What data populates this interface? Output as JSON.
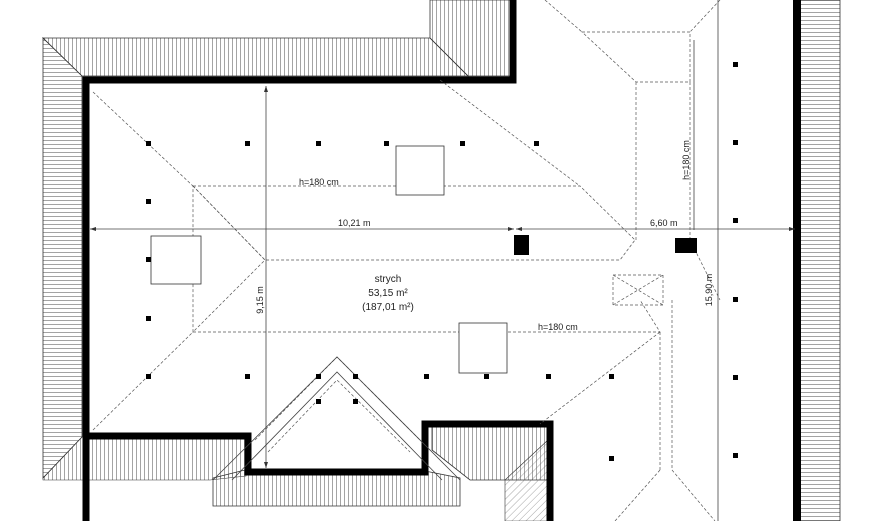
{
  "room": {
    "name": "strych",
    "area_net": "53,15 m²",
    "area_gross": "(187,01 m²)"
  },
  "dimensions": {
    "width_left": "10,21 m",
    "width_right": "6,60 m",
    "depth_left": "9,15 m",
    "depth_right": "15,90 m",
    "height_top": "h=180 cm",
    "height_middle": "h=180 cm",
    "height_right": "h=180 cm"
  }
}
